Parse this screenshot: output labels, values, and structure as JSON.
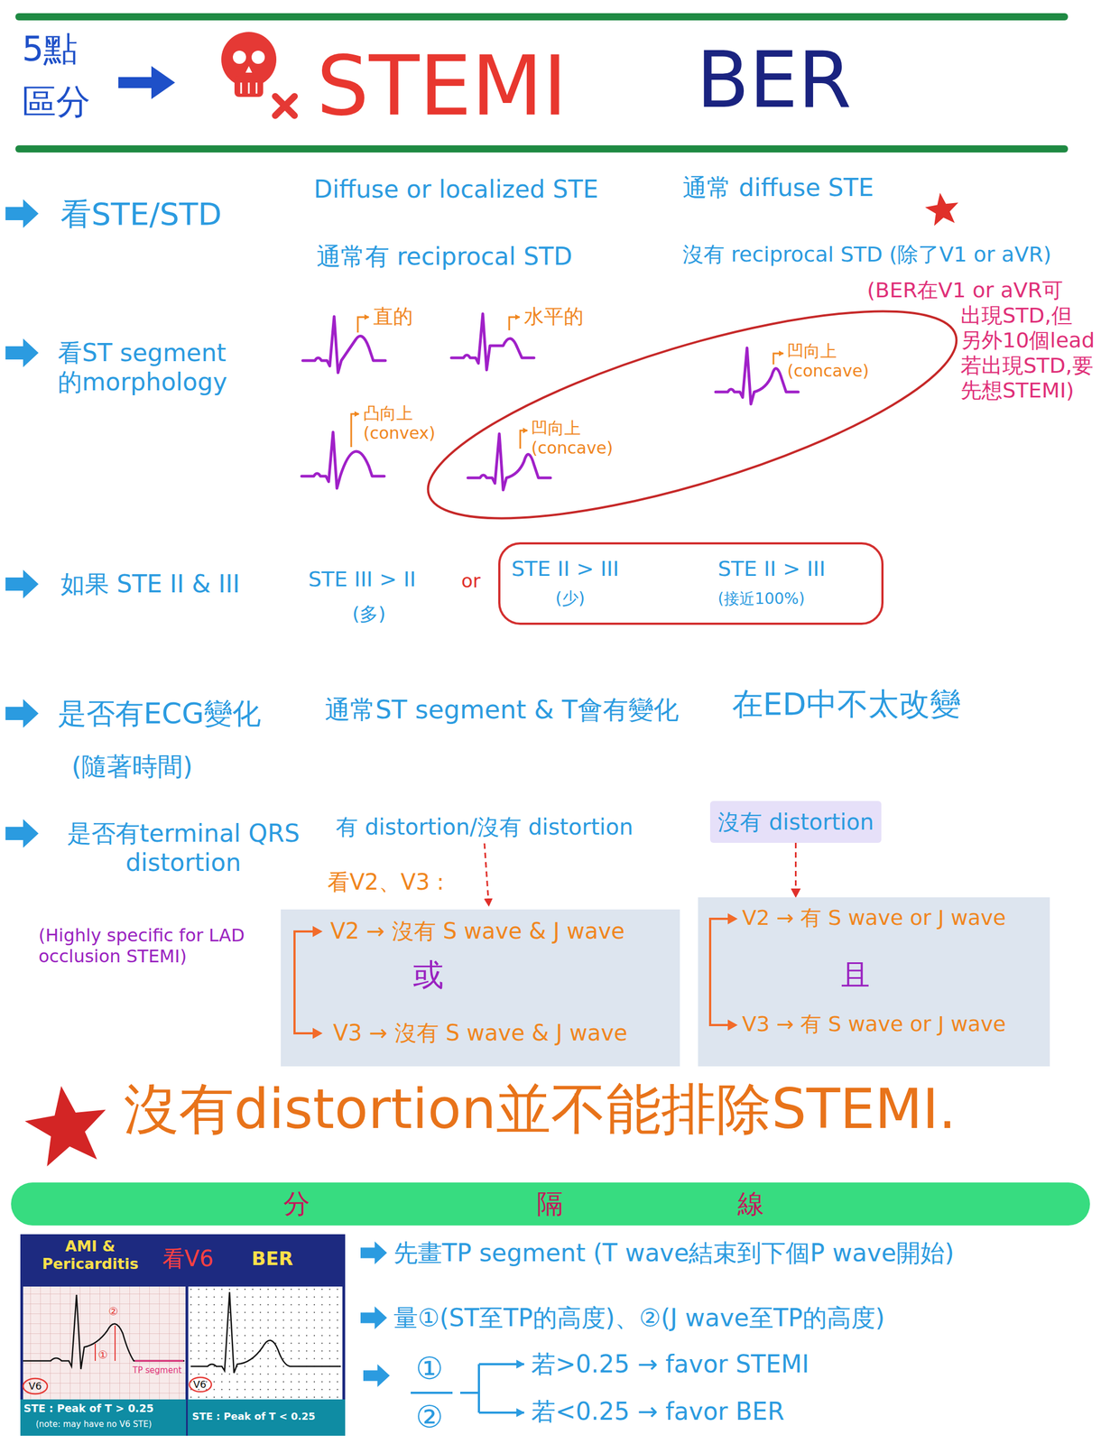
{
  "diagram": {
    "nodes": [
      {
        "text": [
          "凹向上 (concave)",
          "凹向上 (concave)"
        ]
      },
      {
        "text": [
          "STE II > III",
          "(少)",
          "STE II > III",
          "(接近100%)"
        ]
      },
      {
        "text": [
          "沒有 distortion"
        ]
      },
      {
        "text": [
          "V2 → 沒有 S wave & J wave",
          "或",
          "V3 → 沒有 S wave & J wave"
        ]
      },
      {
        "text": [
          "V2 → 有 S wave or J wave",
          "且",
          "V3 → 有 S wave or J wave"
        ]
      },
      {
        "text": [
          "分",
          "隔",
          "線"
        ]
      },
      {
        "text": [
          "AMI & Pericarditis",
          "看V6",
          "BER",
          "V6",
          "①",
          "②",
          "TP segment",
          "STE : Peak of T > 0.25",
          "(note: may have no V6 STE)",
          "V6",
          "STE : Peak of T < 0.25"
        ]
      }
    ],
    "edges": [
      {
        "from": 2,
        "to": 4,
        "arrow": "to"
      }
    ],
    "labels": [
      "5點",
      "區分",
      "STEMI",
      "BER",
      "看STE/STD",
      "Diffuse or localized STE",
      "通常有 reciprocal STD",
      "通常 diffuse STE",
      "沒有 reciprocal STD (除了V1 or aVR)",
      "(BER在V1 or aVR可 出現STD,但 另外10個lead 若出現STD,要 先想STEMI)",
      "看ST segment 的morphology",
      "直的",
      "水平的",
      "凸向上 (convex)",
      "如果 STE II & III",
      "STE III > II",
      "(多)",
      "or",
      "是否有ECG變化",
      "(隨著時間)",
      "通常ST segment & T會有變化",
      "在ED中不太改變",
      "是否有terminal QRS distortion",
      "(Highly specific for LAD occlusion STEMI)",
      "有 distortion/沒有 distortion",
      "看V2、V3 :",
      "沒有distortion並不能排除STEMI.",
      "先畫TP segment (T wave結束到下個P wave開始)",
      "量①(ST至TP的高度)、②(J wave至TP的高度)",
      "①",
      "②",
      "若>0.25 → favor STEMI",
      "若<0.25 → favor BER"
    ]
  }
}
